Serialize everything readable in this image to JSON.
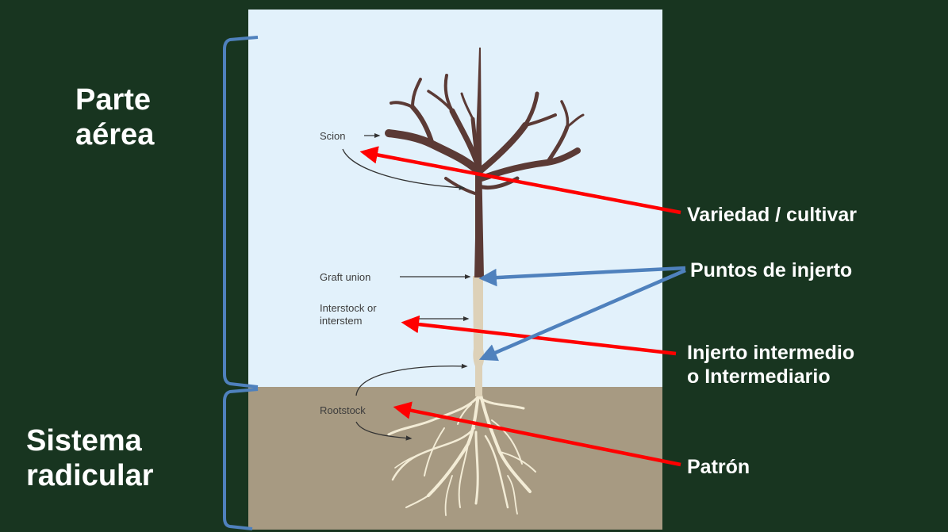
{
  "regions": {
    "aerial": "Parte\naérea",
    "roots": "Sistema\nradicular"
  },
  "diagram_labels": {
    "scion": "Scion",
    "graft_union": "Graft union",
    "interstock": "Interstock or\ninterstem",
    "rootstock": "Rootstock"
  },
  "callouts": {
    "variety": "Variedad / cultivar",
    "graft_points": "Puntos de injerto",
    "intermediate": "Injerto intermedio\no Intermediario",
    "pattern": "Patrón"
  },
  "colors": {
    "background": "#183520",
    "sky": "#e2f1fb",
    "soil": "#a79a82",
    "scion_wood": "#5b3a35",
    "rootstock_wood": "#ddd1b8",
    "roots": "#f3ecd6",
    "red_arrow": "#ff0000",
    "blue_arrow": "#4f81bd",
    "bracket": "#4f81bd"
  }
}
